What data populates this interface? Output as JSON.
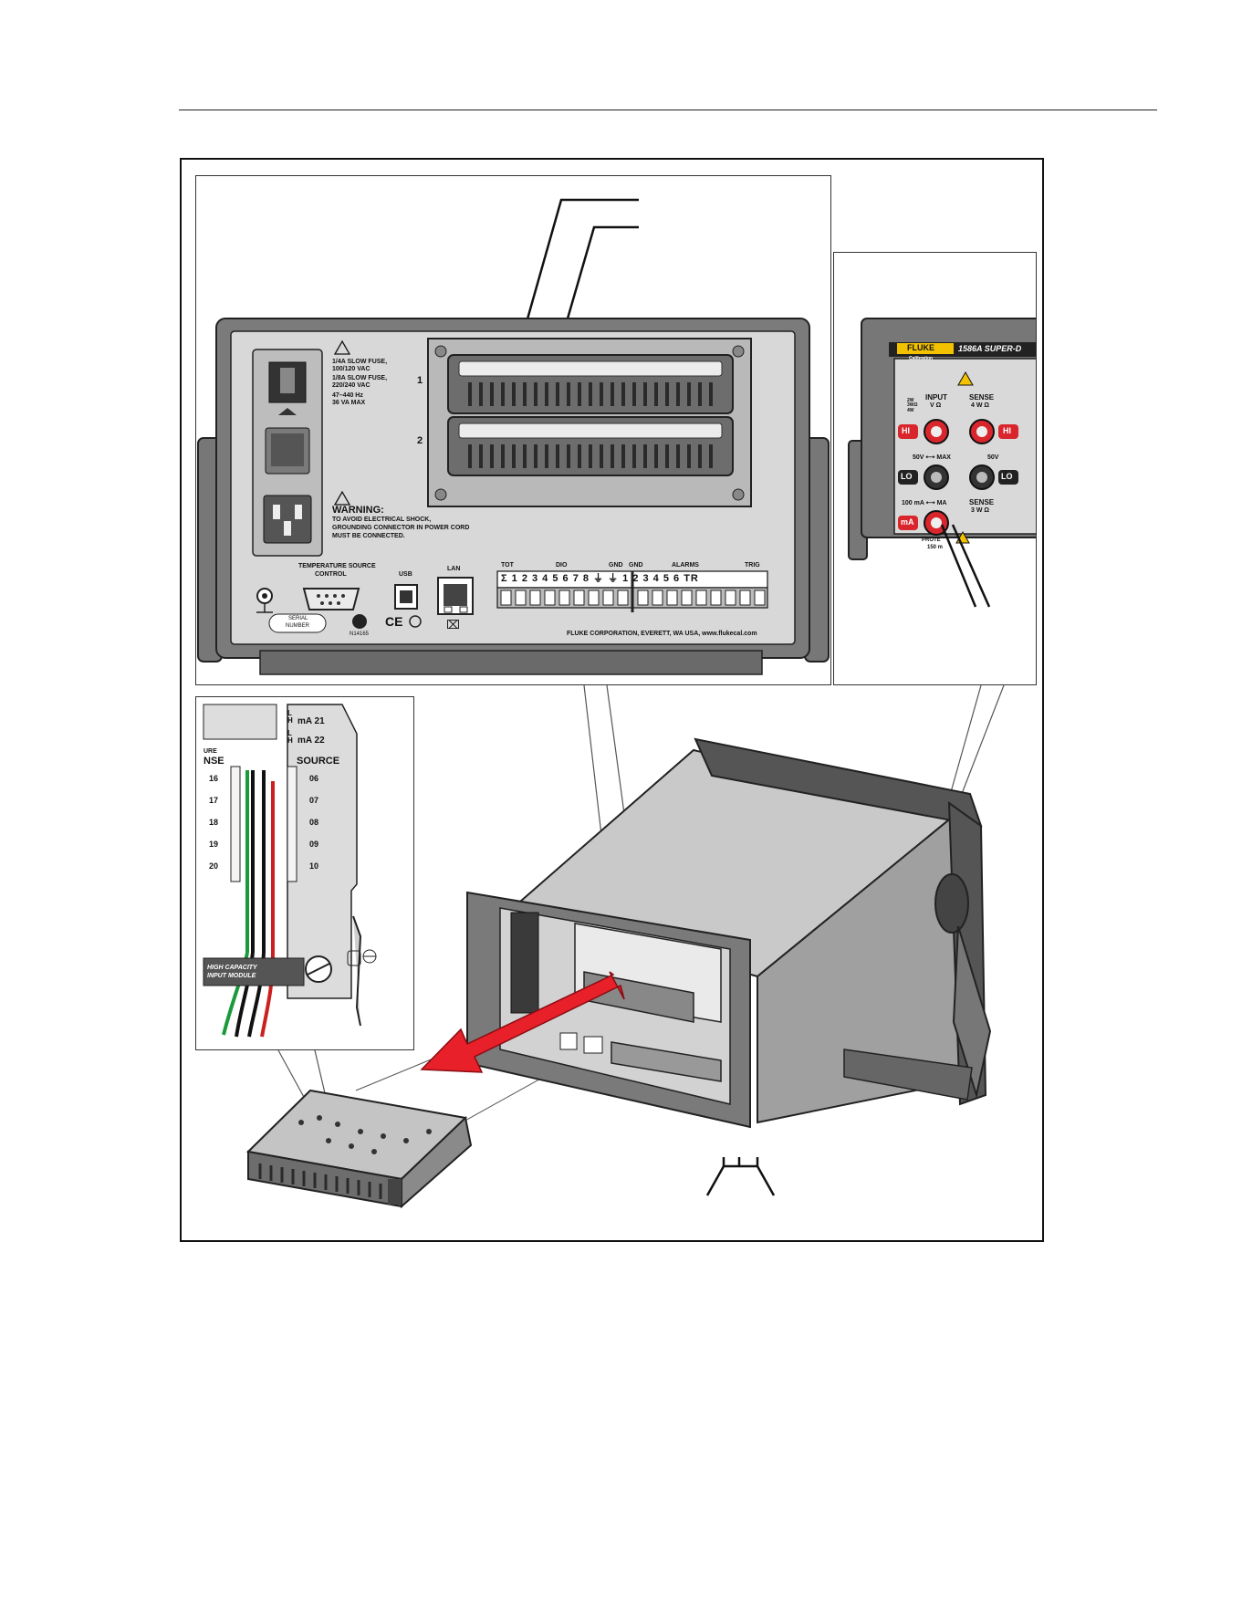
{
  "rear_panel": {
    "fuse_rating_1": "1/4A SLOW FUSE,",
    "fuse_rating_1b": "100/120 VAC",
    "fuse_rating_2": "1/8A SLOW FUSE,",
    "fuse_rating_2b": "220/240 VAC",
    "frequency": "47–440 Hz",
    "power_max": "36 VA MAX",
    "slot_1": "1",
    "slot_2": "2",
    "warning_title": "WARNING:",
    "warning_line1": "TO AVOID ELECTRICAL SHOCK,",
    "warning_line2": "GROUNDING CONNECTOR IN POWER CORD",
    "warning_line3": "MUST BE CONNECTED.",
    "temp_source_1": "TEMPERATURE SOURCE",
    "temp_source_2": "CONTROL",
    "usb": "USB",
    "lan": "LAN",
    "tot": "TOT",
    "dio": "DIO",
    "gnd1": "GND",
    "gnd2": "GND",
    "alarms": "ALARMS",
    "trig": "TRIG",
    "terminal_numbers": "Σ 1 2 3 4 5 6 7 8 ⏚ ⏚ 1 2 3 4 5 6 TR",
    "serial_1": "SERIAL",
    "serial_2": "NUMBER",
    "cert_code": "N14165",
    "manufacturer": "FLUKE CORPORATION, EVERETT, WA USA,  www.flukecal.com"
  },
  "front_panel": {
    "brand": "FLUKE",
    "brand_sub": "Calibration",
    "model": "1586A SUPER-D",
    "input_1": "INPUT",
    "input_2": "V Ω",
    "modes": "2W\n3WΩ\n4W",
    "sense_top_1": "SENSE",
    "sense_top_2": "4 W Ω",
    "hi_left": "HI",
    "hi_right": "HI",
    "max_50v_left": "50V ⟷ MAX",
    "max_50v_right": "50V",
    "lo_left": "LO",
    "lo_right": "LO",
    "ma_max": "100 mA ⟷ MA",
    "sense_bot_1": "SENSE",
    "sense_bot_2": "3 W Ω",
    "ma": "mA",
    "protect_1": "PROTE",
    "protect_2": "150 m"
  },
  "module": {
    "ma21": "mA 21",
    "ma22": "mA 22",
    "re": "URE",
    "nse": "NSE",
    "source": "SOURCE",
    "ch_left": [
      "16",
      "17",
      "18",
      "19",
      "20"
    ],
    "ch_right": [
      "06",
      "07",
      "08",
      "09",
      "10"
    ],
    "lh": "L\nH",
    "module_name_1": "HIGH CAPACITY",
    "module_name_2": "INPUT MODULE"
  },
  "colors": {
    "arrow_red": "#e8202a",
    "jack_red": "#d9262c",
    "fluke_yellow": "#f2c200",
    "device_grey": "#9a9a9a",
    "device_dark": "#4a4a4a",
    "wire_green": "#1a9a3a",
    "wire_red": "#cc2020"
  },
  "icons": [
    "warning-triangle-icon",
    "fuse-holder-icon",
    "power-switch-icon",
    "power-inlet-icon",
    "ground-icon",
    "ce-mark-icon",
    "csa-mark-icon",
    "weee-icon",
    "lock-icon",
    "unlock-icon"
  ]
}
